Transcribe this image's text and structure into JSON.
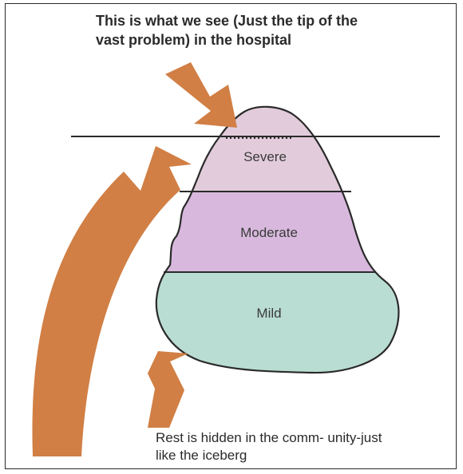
{
  "captions": {
    "top": "This is what we see (Just the tip of  the vast problem) in the hospital",
    "bottom": "Rest is hidden in the comm- unity-just like the iceberg"
  },
  "layers": [
    {
      "label": "Severe",
      "color": "#e2ccdb"
    },
    {
      "label": "Moderate",
      "color": "#d8b9dd"
    },
    {
      "label": "Mild",
      "color": "#b9ddd2"
    }
  ],
  "arrow_color": "#d17f45",
  "outline_color": "#2a2a2a"
}
